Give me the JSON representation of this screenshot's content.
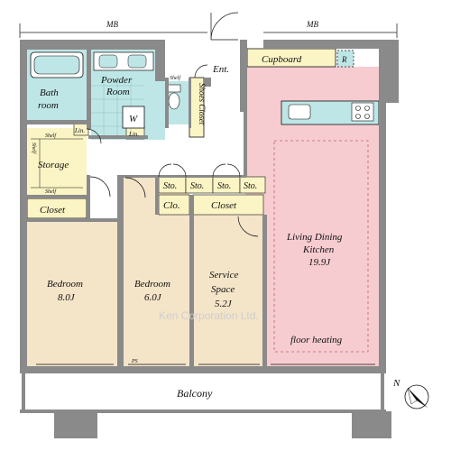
{
  "labels": {
    "mb_left": "MB",
    "mb_right": "MB",
    "entrance": "Ent.",
    "cupboard": "Cupboard",
    "refrigerator": "R",
    "bathroom_line1": "Bath",
    "bathroom_line2": "room",
    "powder_line1": "Powder",
    "powder_line2": "Room",
    "washer": "W",
    "shelf_powder": "Shelf",
    "shoes_closet": "Shoes Closet",
    "linen_1": "Lin.",
    "linen_2": "Lin.",
    "storage": "Storage",
    "storage_shelf_top": "Shelf",
    "storage_shelf_side": "Shelf",
    "storage_shelf_bottom": "Shelf",
    "closet_left": "Closet",
    "sto_1": "Sto.",
    "sto_2": "Sto.",
    "sto_3": "Sto.",
    "sto_4": "Sto.",
    "clo": "Clo.",
    "closet_middle": "Closet",
    "ldk_line1": "Living Dining",
    "ldk_line2": "Kitchen",
    "ldk_line3": "19.9J",
    "floor_heating": "floor heating",
    "bedroom1_line1": "Bedroom",
    "bedroom1_line2": "8.0J",
    "bedroom2_line1": "Bedroom",
    "bedroom2_line2": "6.0J",
    "service_line1": "Service",
    "service_line2": "Space",
    "service_line3": "5.2J",
    "ps": "PS",
    "balcony": "Balcony",
    "north": "N",
    "watermark": "Ken Corporation Ltd."
  },
  "colors": {
    "wall": "#8a8a8a",
    "ldk": "#f6ccd0",
    "bedroom": "#f4e4c8",
    "wet_area": "#bfe6e6",
    "storage": "#fbf4c4",
    "hall": "#ffffff",
    "outline": "#111111"
  }
}
